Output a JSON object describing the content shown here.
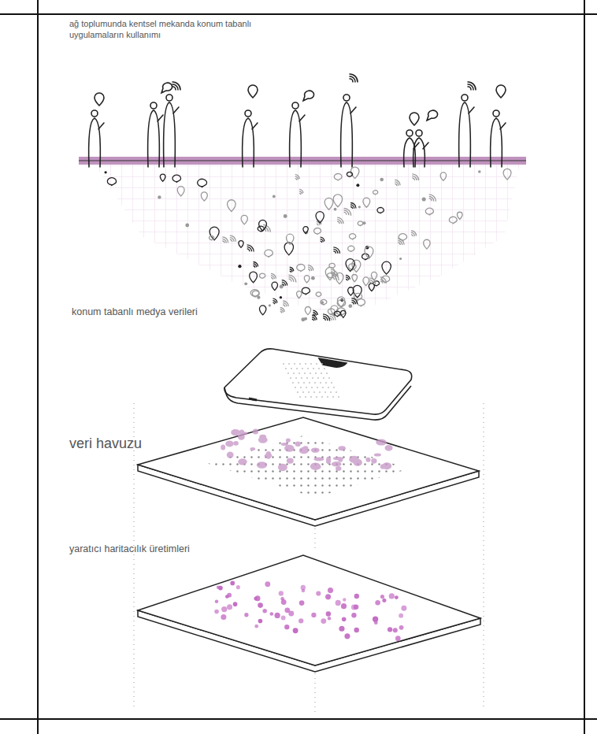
{
  "diagram": {
    "title": "ağ toplumunda kentsel mekanda konum tabanlı uygulamaların kullanımı",
    "labels": [
      "konum tabanlı medya verileri",
      "veri havuzu",
      "yaratıcı haritacılık üretimleri"
    ]
  }
}
